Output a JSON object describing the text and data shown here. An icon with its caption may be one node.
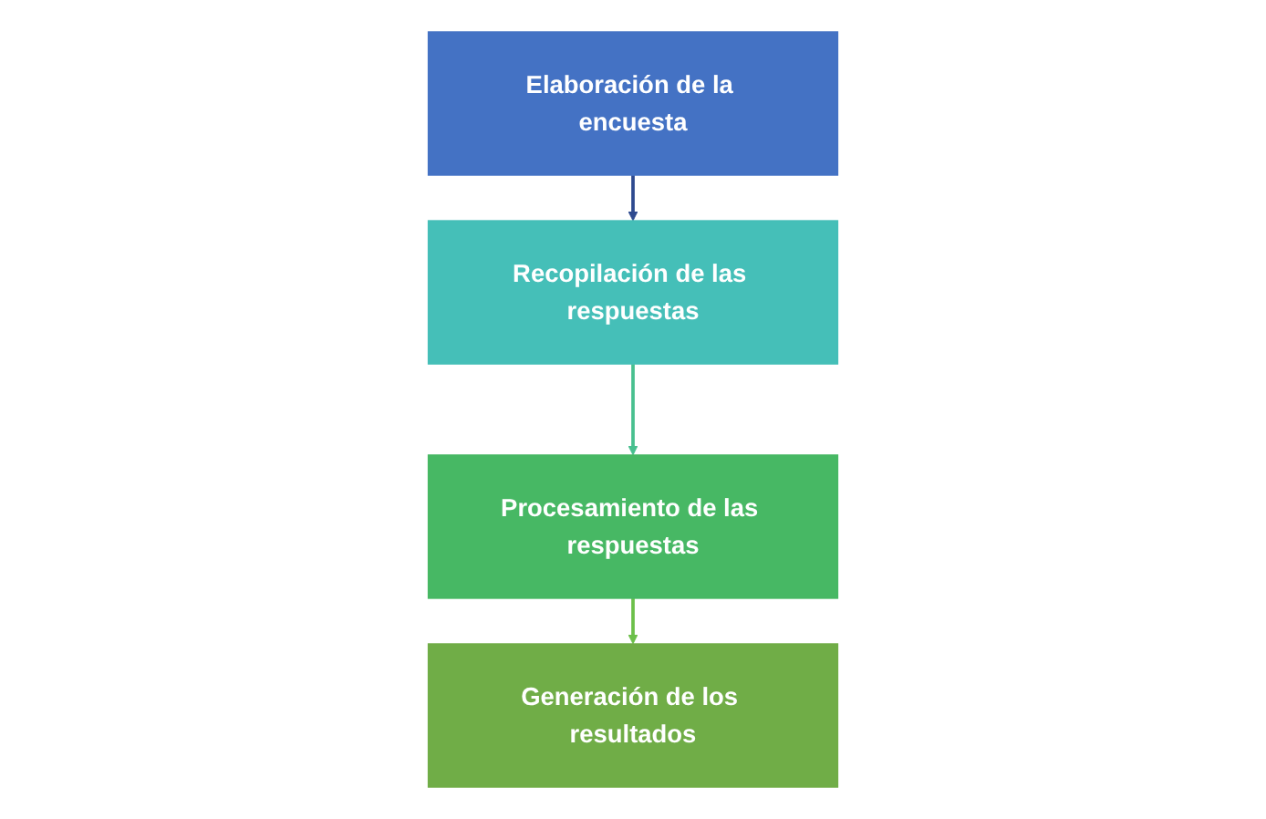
{
  "diagram": {
    "nodes": [
      {
        "text": [
          "Elaboración de la encuesta"
        ]
      },
      {
        "text": [
          "Recopilación de las respuestas"
        ]
      },
      {
        "text": [
          "Procesamiento de las respuestas"
        ]
      },
      {
        "text": [
          "Generación de los resultados"
        ]
      }
    ],
    "edges": [
      {
        "from": 0,
        "to": 1,
        "arrow": "to",
        "color": "#2e4a8f"
      },
      {
        "from": 1,
        "to": 2,
        "arrow": "to",
        "color": "#48c08f"
      },
      {
        "from": 2,
        "to": 3,
        "arrow": "to",
        "color": "#6cc04a"
      }
    ]
  }
}
